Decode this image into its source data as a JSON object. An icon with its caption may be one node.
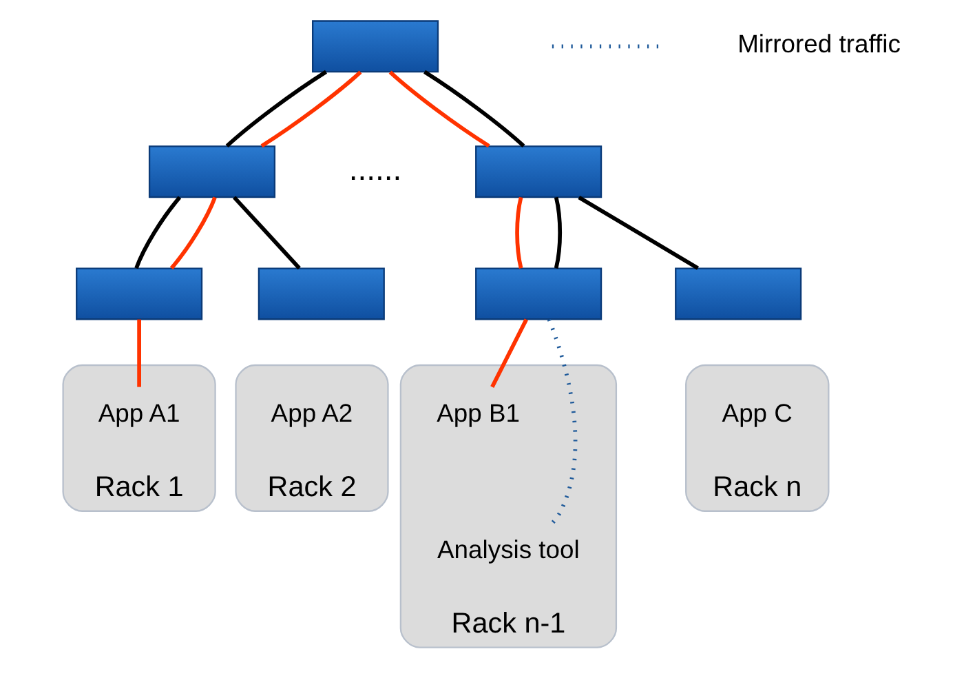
{
  "diagram": {
    "nodes": [
      {
        "text": [],
        "shape": "box"
      },
      {
        "text": [],
        "shape": "box"
      },
      {
        "text": [],
        "shape": "box"
      },
      {
        "text": [],
        "shape": "box"
      },
      {
        "text": [],
        "shape": "box"
      },
      {
        "text": [],
        "shape": "box"
      },
      {
        "text": [],
        "shape": "box"
      },
      {
        "text": [
          "Rack 1"
        ]
      },
      {
        "text": [
          "Rack 2"
        ]
      },
      {
        "text": [
          "Rack n-1"
        ]
      },
      {
        "text": [
          "Rack n"
        ]
      },
      {
        "text": [
          "App A1"
        ],
        "in": 7
      },
      {
        "text": [
          "App A2"
        ],
        "in": 8
      },
      {
        "text": [
          "App B1"
        ],
        "in": 9
      },
      {
        "text": [
          "Analysis tool"
        ],
        "in": 9
      },
      {
        "text": [
          "App C"
        ],
        "in": 10
      }
    ],
    "edges": [
      {
        "from": 0,
        "to": 1,
        "arrow": "none"
      },
      {
        "from": 0,
        "to": 1,
        "arrow": "none",
        "color": "#ff3300"
      },
      {
        "from": 0,
        "to": 2,
        "arrow": "none",
        "color": "#ff3300"
      },
      {
        "from": 0,
        "to": 2,
        "arrow": "none"
      },
      {
        "from": 1,
        "to": 3,
        "arrow": "none"
      },
      {
        "from": 1,
        "to": 3,
        "arrow": "none",
        "color": "#ff3300"
      },
      {
        "from": 1,
        "to": 4,
        "arrow": "none"
      },
      {
        "from": 2,
        "to": 5,
        "arrow": "none",
        "color": "#ff3300"
      },
      {
        "from": 2,
        "to": 5,
        "arrow": "none"
      },
      {
        "from": 2,
        "to": 6,
        "arrow": "none"
      },
      {
        "from": 3,
        "to": 11,
        "arrow": "none",
        "color": "#ff3300"
      },
      {
        "from": 5,
        "to": 13,
        "arrow": "none",
        "color": "#ff3300"
      },
      {
        "from": 5,
        "to": 14,
        "arrow": "none",
        "style": "dashed",
        "color": "#1f5a9a"
      }
    ],
    "labels": [
      "......"
    ],
    "legend": [
      {
        "text": "Mirrored traffic"
      }
    ]
  }
}
